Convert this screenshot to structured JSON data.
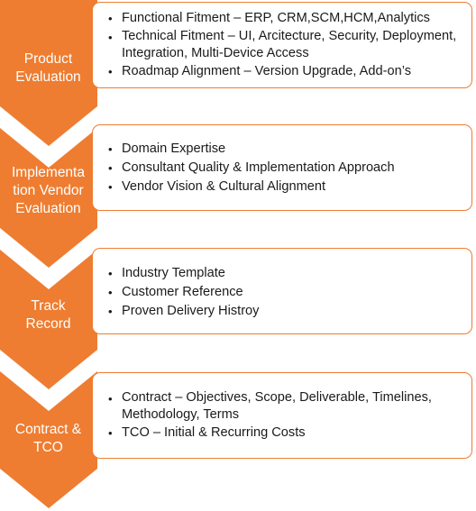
{
  "accent_color": "#ee7d31",
  "steps": [
    {
      "label": "Product\nEvaluation",
      "items": [
        "Functional Fitment – ERP, CRM,SCM,HCM,Analytics",
        "Technical Fitment – UI, Arcitecture, Security, Deployment, Integration, Multi-Device Access",
        "Roadmap Alignment – Version Upgrade, Add-on’s"
      ]
    },
    {
      "label": "Implementa\ntion Vendor\nEvaluation",
      "items": [
        "Domain Expertise",
        "Consultant Quality & Implementation Approach",
        "Vendor Vision & Cultural Alignment"
      ]
    },
    {
      "label": "Track\nRecord",
      "items": [
        "Industry Template",
        "Customer Reference",
        "Proven Delivery Histroy"
      ]
    },
    {
      "label": "Contract &\nTCO",
      "items": [
        "Contract – Objectives, Scope, Deliverable, Timelines, Methodology, Terms",
        "TCO – Initial & Recurring Costs"
      ]
    }
  ]
}
